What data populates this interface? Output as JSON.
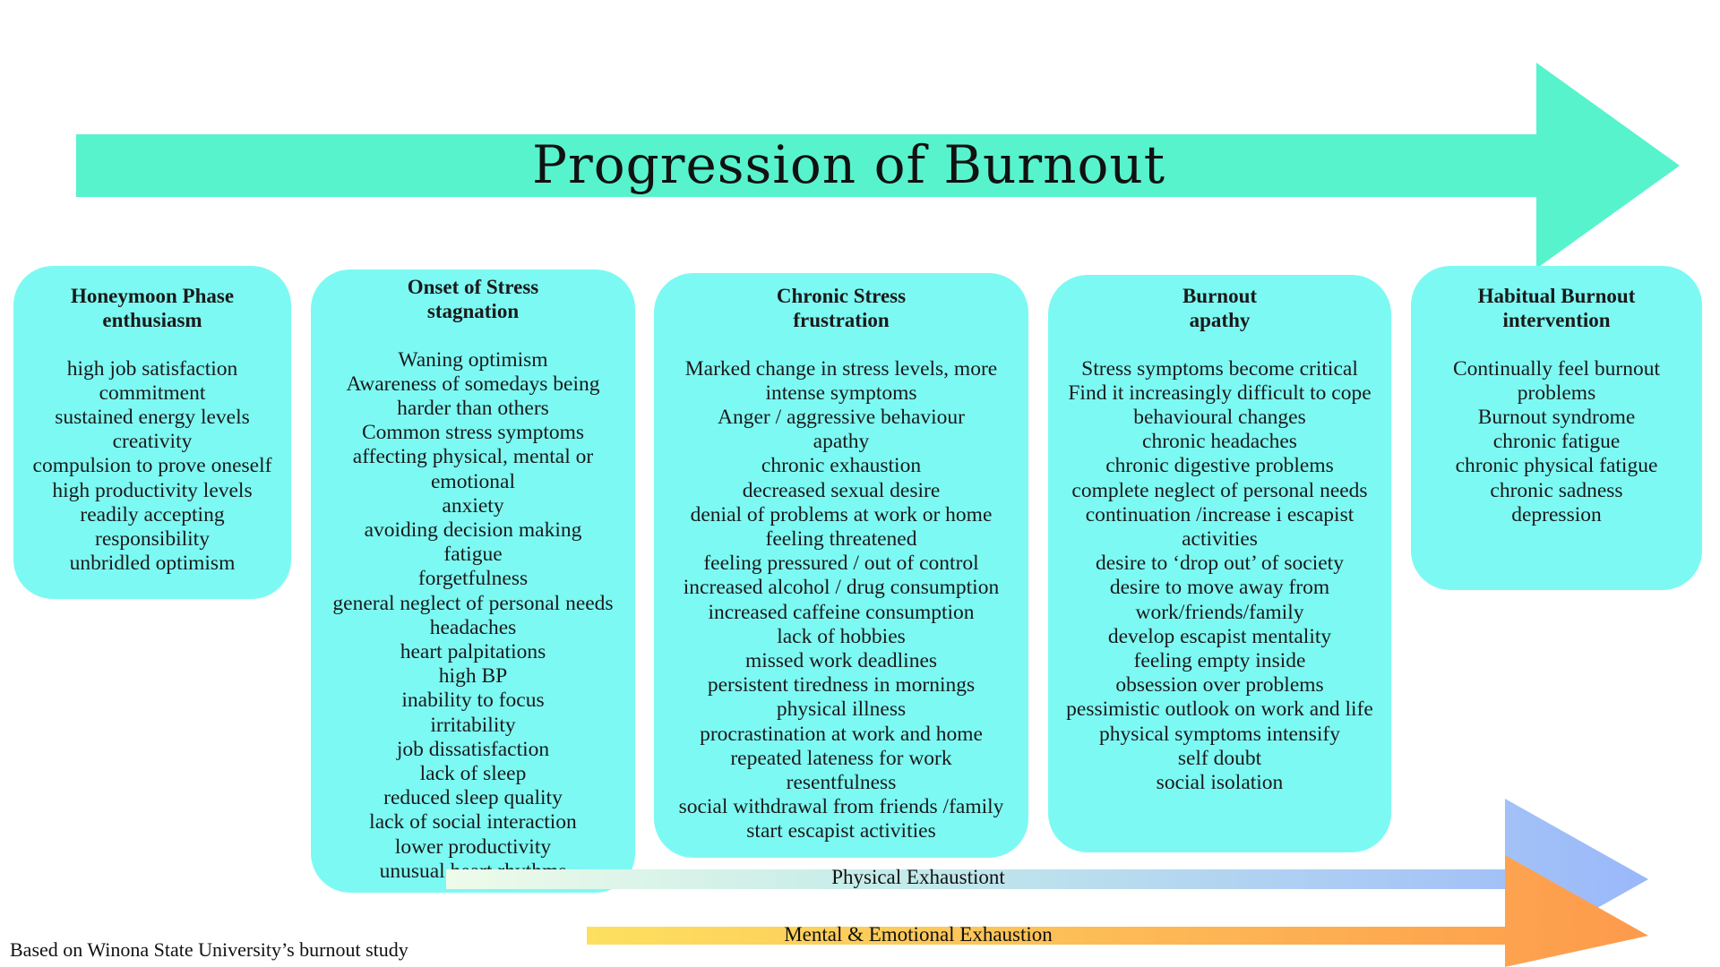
{
  "title": "Progression of Burnout",
  "colors": {
    "main_arrow": "#57f3cd",
    "stage_card": "#7df9f3",
    "physical_arrow_end": "#9ab8fa",
    "mental_arrow_start": "#fde05f",
    "mental_arrow_end": "#fd9a4c"
  },
  "stages": [
    {
      "phase": "Honeymoon Phase",
      "state": "enthusiasm",
      "items": [
        "high job satisfaction",
        "commitment",
        "sustained energy levels",
        "creativity",
        "compulsion to prove oneself",
        "high productivity levels",
        "readily accepting",
        "responsibility",
        "unbridled optimism"
      ]
    },
    {
      "phase": "Onset of Stress",
      "state": "stagnation",
      "items": [
        "Waning optimism",
        "Awareness of somedays being",
        "harder than others",
        "Common stress symptoms",
        "affecting physical, mental or",
        "emotional",
        "anxiety",
        "avoiding decision making",
        "fatigue",
        "forgetfulness",
        "general neglect of personal needs",
        "headaches",
        "heart palpitations",
        "high BP",
        "inability to focus",
        "irritability",
        "job dissatisfaction",
        "lack of sleep",
        "reduced sleep quality",
        "lack of social interaction",
        "lower productivity",
        "unusual heart rhythms"
      ]
    },
    {
      "phase": "Chronic Stress",
      "state": "frustration",
      "items": [
        "Marked change in stress levels, more",
        "intense symptoms",
        "Anger / aggressive behaviour",
        "apathy",
        "chronic exhaustion",
        "decreased sexual desire",
        "denial of problems at work or home",
        "feeling threatened",
        "feeling pressured / out of control",
        "increased alcohol / drug consumption",
        "increased caffeine consumption",
        "lack of hobbies",
        "missed work deadlines",
        "persistent tiredness in mornings",
        "physical illness",
        "procrastination at work and home",
        "repeated lateness for work",
        "resentfulness",
        "social withdrawal from friends /family",
        "start escapist activities"
      ]
    },
    {
      "phase": "Burnout",
      "state": "apathy",
      "items": [
        "Stress symptoms become critical",
        "Find it increasingly difficult to cope",
        "behavioural changes",
        "chronic headaches",
        "chronic digestive problems",
        "complete neglect of personal needs",
        "continuation /increase i escapist",
        "activities",
        "desire to ‘drop out’ of society",
        "desire to move away from",
        "work/friends/family",
        "develop escapist mentality",
        "feeling empty inside",
        "obsession over problems",
        "pessimistic outlook on work and life",
        "physical symptoms intensify",
        "self doubt",
        "social isolation"
      ]
    },
    {
      "phase": "Habitual Burnout",
      "state": "intervention",
      "items": [
        "Continually feel burnout",
        "problems",
        "Burnout syndrome",
        "chronic fatigue",
        "chronic physical fatigue",
        "chronic sadness",
        "depression"
      ]
    }
  ],
  "exhaustion_bands": {
    "physical": "Physical Exhaustiont",
    "mental": "Mental & Emotional Exhaustion"
  },
  "source_note": "Based on Winona State University’s burnout study"
}
